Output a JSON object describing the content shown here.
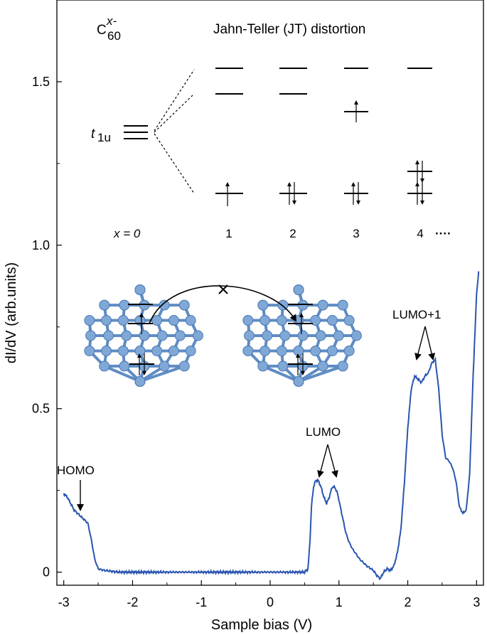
{
  "chart_data": {
    "type": "line",
    "xlabel": "Sample bias (V)",
    "ylabel": "dI/dV (arb.units)",
    "xlim": [
      -3.1,
      3.1
    ],
    "ylim": [
      -0.04,
      1.75
    ],
    "xticks": [
      "-3",
      "-2",
      "-1",
      "0",
      "1",
      "2",
      "3"
    ],
    "xtick_values": [
      -3,
      -2,
      -1,
      0,
      1,
      2,
      3
    ],
    "yticks": [
      "0",
      "0.5",
      "1.0",
      "1.5"
    ],
    "ytick_values": [
      0,
      0.5,
      1.0,
      1.5
    ],
    "grid": false,
    "line_color": "#2a55b0",
    "series": [
      {
        "x": [
          -3.0,
          -2.95,
          -2.9,
          -2.85,
          -2.8,
          -2.75,
          -2.7,
          -2.65,
          -2.6,
          -2.55,
          -2.5,
          -2.4,
          -2.2,
          -2.0,
          -1.6,
          -1.2,
          -0.8,
          -0.4,
          0.0,
          0.3,
          0.5,
          0.55,
          0.58,
          0.6,
          0.63,
          0.66,
          0.7,
          0.74,
          0.78,
          0.82,
          0.86,
          0.9,
          0.94,
          0.98,
          1.02,
          1.06,
          1.1,
          1.15,
          1.2,
          1.3,
          1.4,
          1.5,
          1.55,
          1.6,
          1.65,
          1.7,
          1.75,
          1.8,
          1.85,
          1.9,
          1.95,
          2.0,
          2.05,
          2.1,
          2.15,
          2.2,
          2.25,
          2.3,
          2.35,
          2.4,
          2.45,
          2.5,
          2.55,
          2.6,
          2.65,
          2.7,
          2.75,
          2.8,
          2.85,
          2.9,
          2.95,
          3.0,
          3.03
        ],
        "y": [
          0.24,
          0.23,
          0.21,
          0.19,
          0.18,
          0.17,
          0.16,
          0.15,
          0.1,
          0.04,
          0.01,
          0.005,
          0.0,
          0.0,
          0.0,
          0.0,
          0.0,
          0.0,
          0.0,
          0.0,
          0.0,
          0.01,
          0.1,
          0.2,
          0.26,
          0.28,
          0.28,
          0.26,
          0.23,
          0.21,
          0.23,
          0.26,
          0.26,
          0.24,
          0.2,
          0.16,
          0.12,
          0.09,
          0.07,
          0.04,
          0.02,
          0.005,
          -0.01,
          -0.02,
          0.0,
          0.01,
          0.005,
          0.02,
          0.06,
          0.13,
          0.27,
          0.44,
          0.56,
          0.6,
          0.59,
          0.58,
          0.6,
          0.61,
          0.64,
          0.65,
          0.56,
          0.42,
          0.35,
          0.34,
          0.32,
          0.28,
          0.2,
          0.18,
          0.19,
          0.3,
          0.6,
          0.85,
          0.92
        ]
      }
    ],
    "annotations": {
      "homo": "HOMO",
      "lumo": "LUMO",
      "lumo_plus_1": "LUMO+1"
    }
  },
  "inset": {
    "molecule_label_base": "C",
    "molecule_subscript": "60",
    "molecule_superscript": "x-",
    "title": "Jahn-Teller (JT) distortion",
    "orbital_label_base": "t",
    "orbital_label_subscript": "1u",
    "x_label": "x = 0",
    "x_values": [
      "1",
      "2",
      "3",
      "4"
    ],
    "ellipsis": "····",
    "fullerene_color": "#7fa8d6"
  }
}
